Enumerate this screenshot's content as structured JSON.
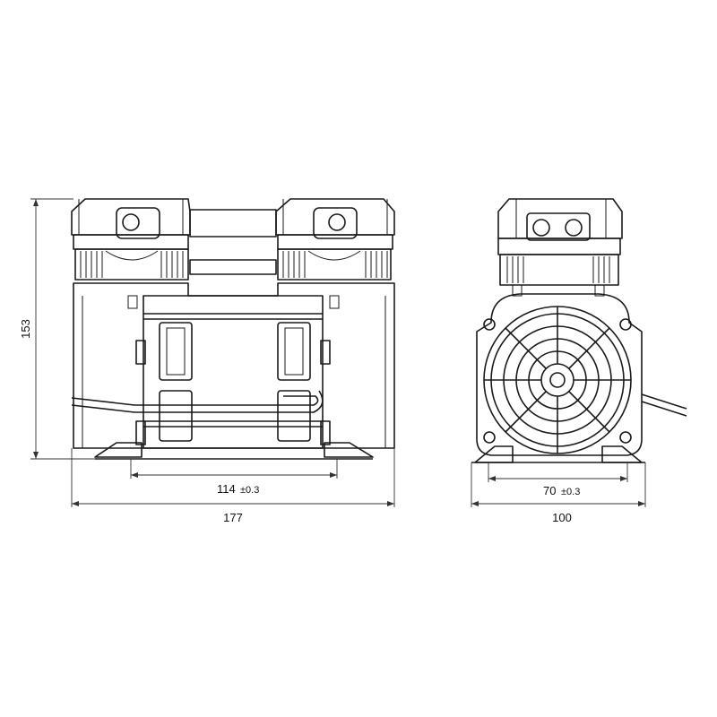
{
  "dimensions": {
    "height": "153",
    "mounting_width_side": "114",
    "mounting_width_side_tolerance": "±0.3",
    "overall_width_side": "177",
    "mounting_width_front": "70",
    "mounting_width_front_tolerance": "±0.3",
    "overall_width_front": "100"
  },
  "colors": {
    "line": "#1a1a1a",
    "background": "#ffffff"
  }
}
